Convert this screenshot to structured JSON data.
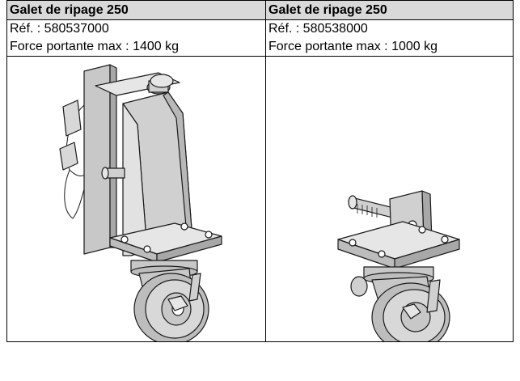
{
  "columns": [
    {
      "title": "Galet de ripage 250",
      "reference": "Réf. : 580537000",
      "capacity": "Force portante max : 1400 kg",
      "illustration_icon": "shifting-roller-with-tall-bracket-icon"
    },
    {
      "title": "Galet de ripage 250",
      "reference": "Réf. : 580538000",
      "capacity": "Force portante max : 1000 kg",
      "illustration_icon": "shifting-roller-with-low-bracket-icon"
    }
  ],
  "colors": {
    "header_background": "#d9d9d9",
    "metal_light": "#e6e6e6",
    "metal_mid": "#c8c8c8",
    "metal_dark": "#a8a8a8",
    "outline": "#1a1a1a"
  }
}
